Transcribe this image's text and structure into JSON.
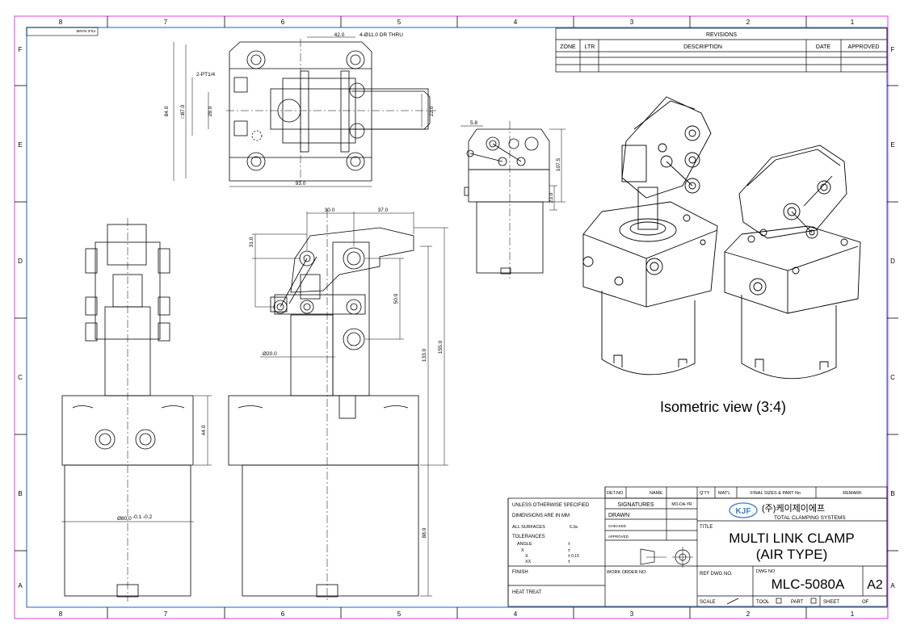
{
  "border": {
    "columns_top": [
      "8",
      "7",
      "6",
      "5",
      "4",
      "3",
      "2",
      "1"
    ],
    "columns_bottom": [
      "8",
      "7",
      "6",
      "5",
      "4",
      "3",
      "2",
      "1"
    ],
    "rows_left": [
      "F",
      "E",
      "D",
      "C",
      "B",
      "A"
    ],
    "rows_right": [
      "F",
      "E",
      "D",
      "C",
      "B",
      "A"
    ],
    "file_name_label": "FILE NAME"
  },
  "revisions": {
    "title": "REVISIONS",
    "headers": [
      "ZONE",
      "LTR",
      "DESCRIPTION",
      "DATE",
      "APPROVED"
    ]
  },
  "dimensions": {
    "top_view": {
      "d42": "42.0",
      "holes": "4-Ø11.0 DR THRU",
      "pt": "2-PT1/4",
      "d84": "84.0",
      "d87": "□87.0",
      "d28": "28.0",
      "d22": "22.0",
      "d93": "93.0"
    },
    "side_small": {
      "d58": "5.8",
      "d1075": "107.5",
      "d23": "23.0"
    },
    "front_view": {
      "d30": "30.0",
      "d37": "37.0",
      "d31": "31.0",
      "d50": "50.0",
      "d20": "Ø20.0",
      "d155": "155.0",
      "d133": "133.0",
      "d44": "44.0",
      "d88": "88.0",
      "d80": "Ø80.0",
      "tol": "-0.1 -0.2"
    }
  },
  "iso_caption": "Isometric view  (3:4)",
  "title_block": {
    "unless": "UNLESS OTHERWISE SPECIFIED",
    "dims_in": "DIMENSIONS ARE  IN  MM",
    "all_surfaces": "ALL SURFACES",
    "surface_value": "6.3a",
    "tolerances": "TOLERANCES",
    "angle": "ANGLE",
    "x": "X",
    "x2": "X",
    "xx": "XX",
    "pm": "±",
    "pm2": "±",
    "pm015": "± 0.15",
    "pm3": "±",
    "finish": "FINISH",
    "heat_treat": "HEAT TREAT",
    "det_no": "DET.NO",
    "name": "NAME",
    "qty": "Q'TY",
    "matl": "MAT'L",
    "final_sizes": "FINAL SIZES & PART No",
    "remark": "REMARK",
    "signatures": "SIGNATURES",
    "mo_da_yr": "MO-DA-YR",
    "drawn": "DRAWN",
    "checked": "CHECKED",
    "approved": "APPROVED",
    "company_logo": "KJF",
    "company_kr": "(주)케이제이에프",
    "company_en": "TOTAL CLAMPING SYSTEMS",
    "title_label": "TITLE",
    "title_line1": "MULTI LINK CLAMP",
    "title_line2": "(AIR TYPE)",
    "work_order": "WORK ORDER NO",
    "ref_dwg": "REF DWG NO.",
    "dwg_no_label": "DWG NO",
    "dwg_no": "MLC-5080A",
    "sheet_size": "A2",
    "scale": "SCALE",
    "tool": "TOOL",
    "part": "PART",
    "sheet": "SHEET",
    "of": "OF"
  },
  "colors": {
    "outer_border": "#e040e0",
    "inner_border": "#3a7fc8",
    "line": "#000000"
  }
}
